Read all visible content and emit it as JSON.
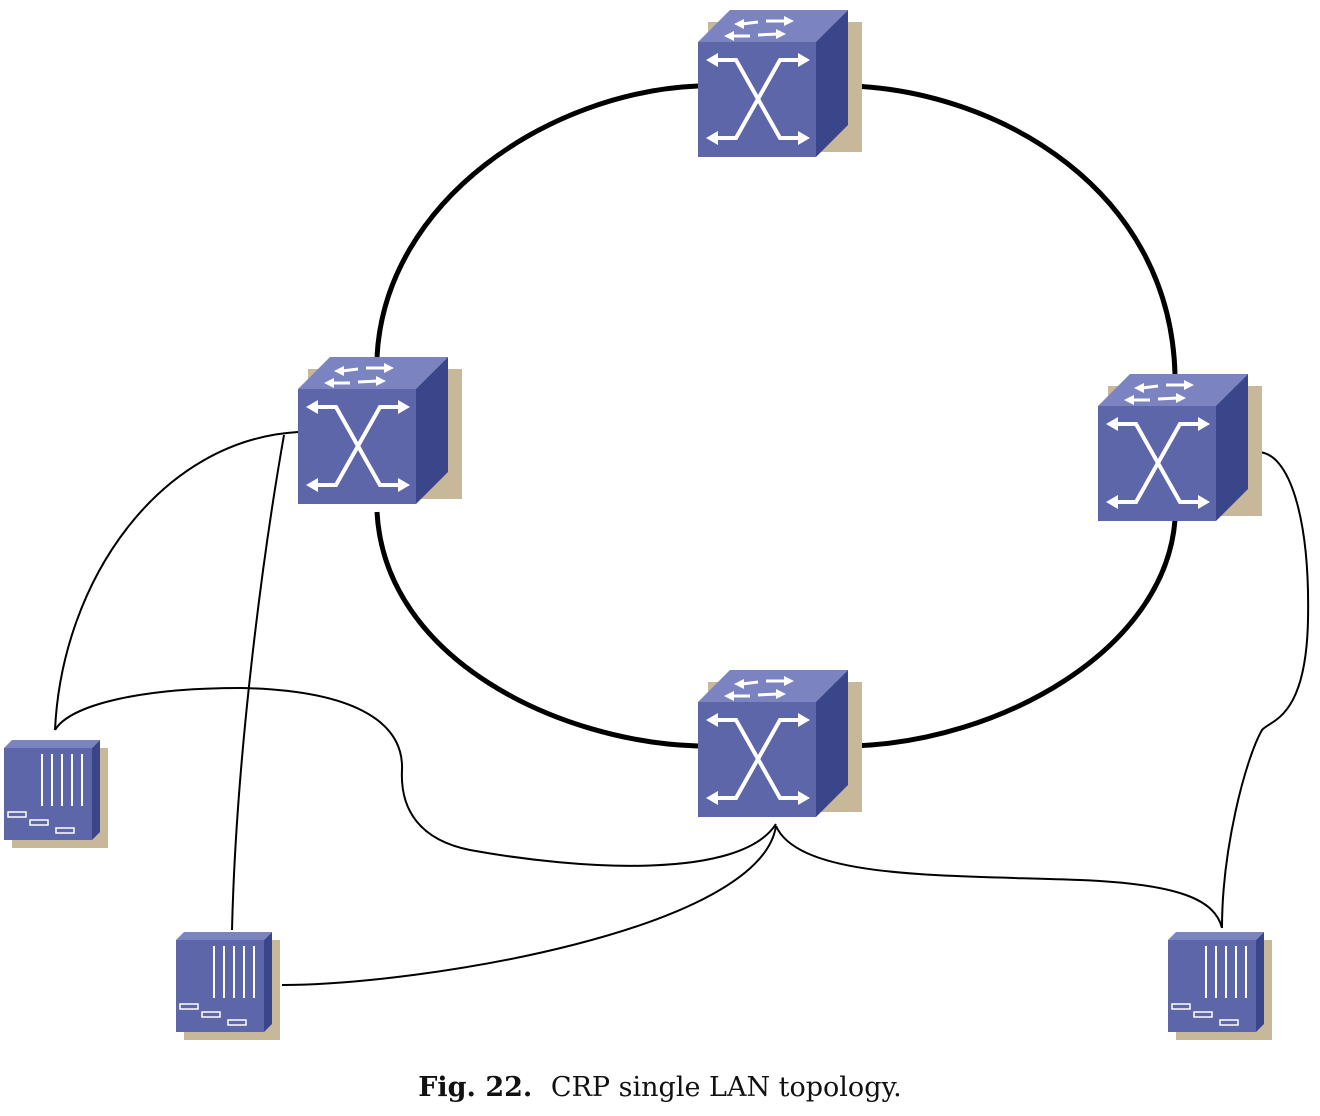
{
  "caption": {
    "label": "Fig. 22.",
    "text": "CRP single LAN topology."
  },
  "colors": {
    "device_front": "#5d66a8",
    "device_top": "#7b83c0",
    "device_side": "#3b4589",
    "device_shadow": "#c8b89a",
    "link": "#000000",
    "arrow": "#ffffff"
  },
  "nodes": [
    {
      "id": "switch-top",
      "kind": "switch",
      "icon": "switch-icon"
    },
    {
      "id": "switch-left",
      "kind": "switch",
      "icon": "switch-icon"
    },
    {
      "id": "switch-right",
      "kind": "switch",
      "icon": "switch-icon"
    },
    {
      "id": "switch-bottom",
      "kind": "switch",
      "icon": "switch-icon"
    },
    {
      "id": "end-device-left",
      "kind": "end-device",
      "icon": "device-icon"
    },
    {
      "id": "end-device-bottom-left",
      "kind": "end-device",
      "icon": "device-icon"
    },
    {
      "id": "end-device-bottom-right",
      "kind": "end-device",
      "icon": "device-icon"
    }
  ],
  "edges": [
    {
      "from": "switch-top",
      "to": "switch-right",
      "type": "ring"
    },
    {
      "from": "switch-right",
      "to": "switch-bottom",
      "type": "ring"
    },
    {
      "from": "switch-bottom",
      "to": "switch-left",
      "type": "ring"
    },
    {
      "from": "switch-left",
      "to": "switch-top",
      "type": "ring"
    },
    {
      "from": "switch-left",
      "to": "end-device-left",
      "type": "access"
    },
    {
      "from": "switch-left",
      "to": "end-device-bottom-left",
      "type": "access"
    },
    {
      "from": "switch-bottom",
      "to": "end-device-left",
      "type": "access"
    },
    {
      "from": "switch-bottom",
      "to": "end-device-bottom-left",
      "type": "access"
    },
    {
      "from": "switch-bottom",
      "to": "end-device-bottom-right",
      "type": "access"
    },
    {
      "from": "switch-right",
      "to": "end-device-bottom-right",
      "type": "access"
    }
  ]
}
